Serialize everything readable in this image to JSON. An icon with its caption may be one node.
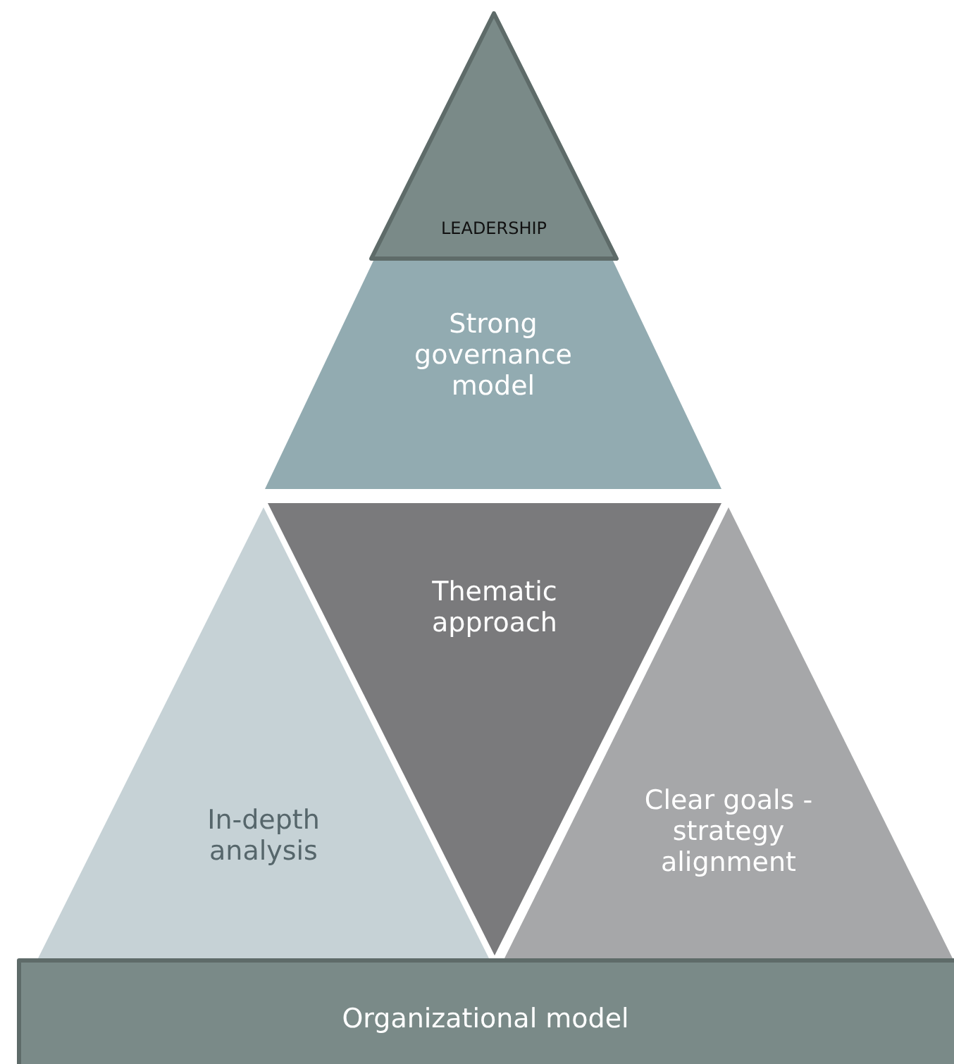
{
  "diagram": {
    "nodes": [
      {
        "text": [
          "LEADERSHIP"
        ]
      },
      {
        "text": [
          "Strong governance model"
        ]
      },
      {
        "text": [
          "In-depth analysis"
        ]
      },
      {
        "text": [
          "Thematic approach"
        ]
      },
      {
        "text": [
          "Clear goals - strategy alignment"
        ]
      },
      {
        "text": [
          "Organizational model"
        ]
      }
    ],
    "edges": []
  }
}
